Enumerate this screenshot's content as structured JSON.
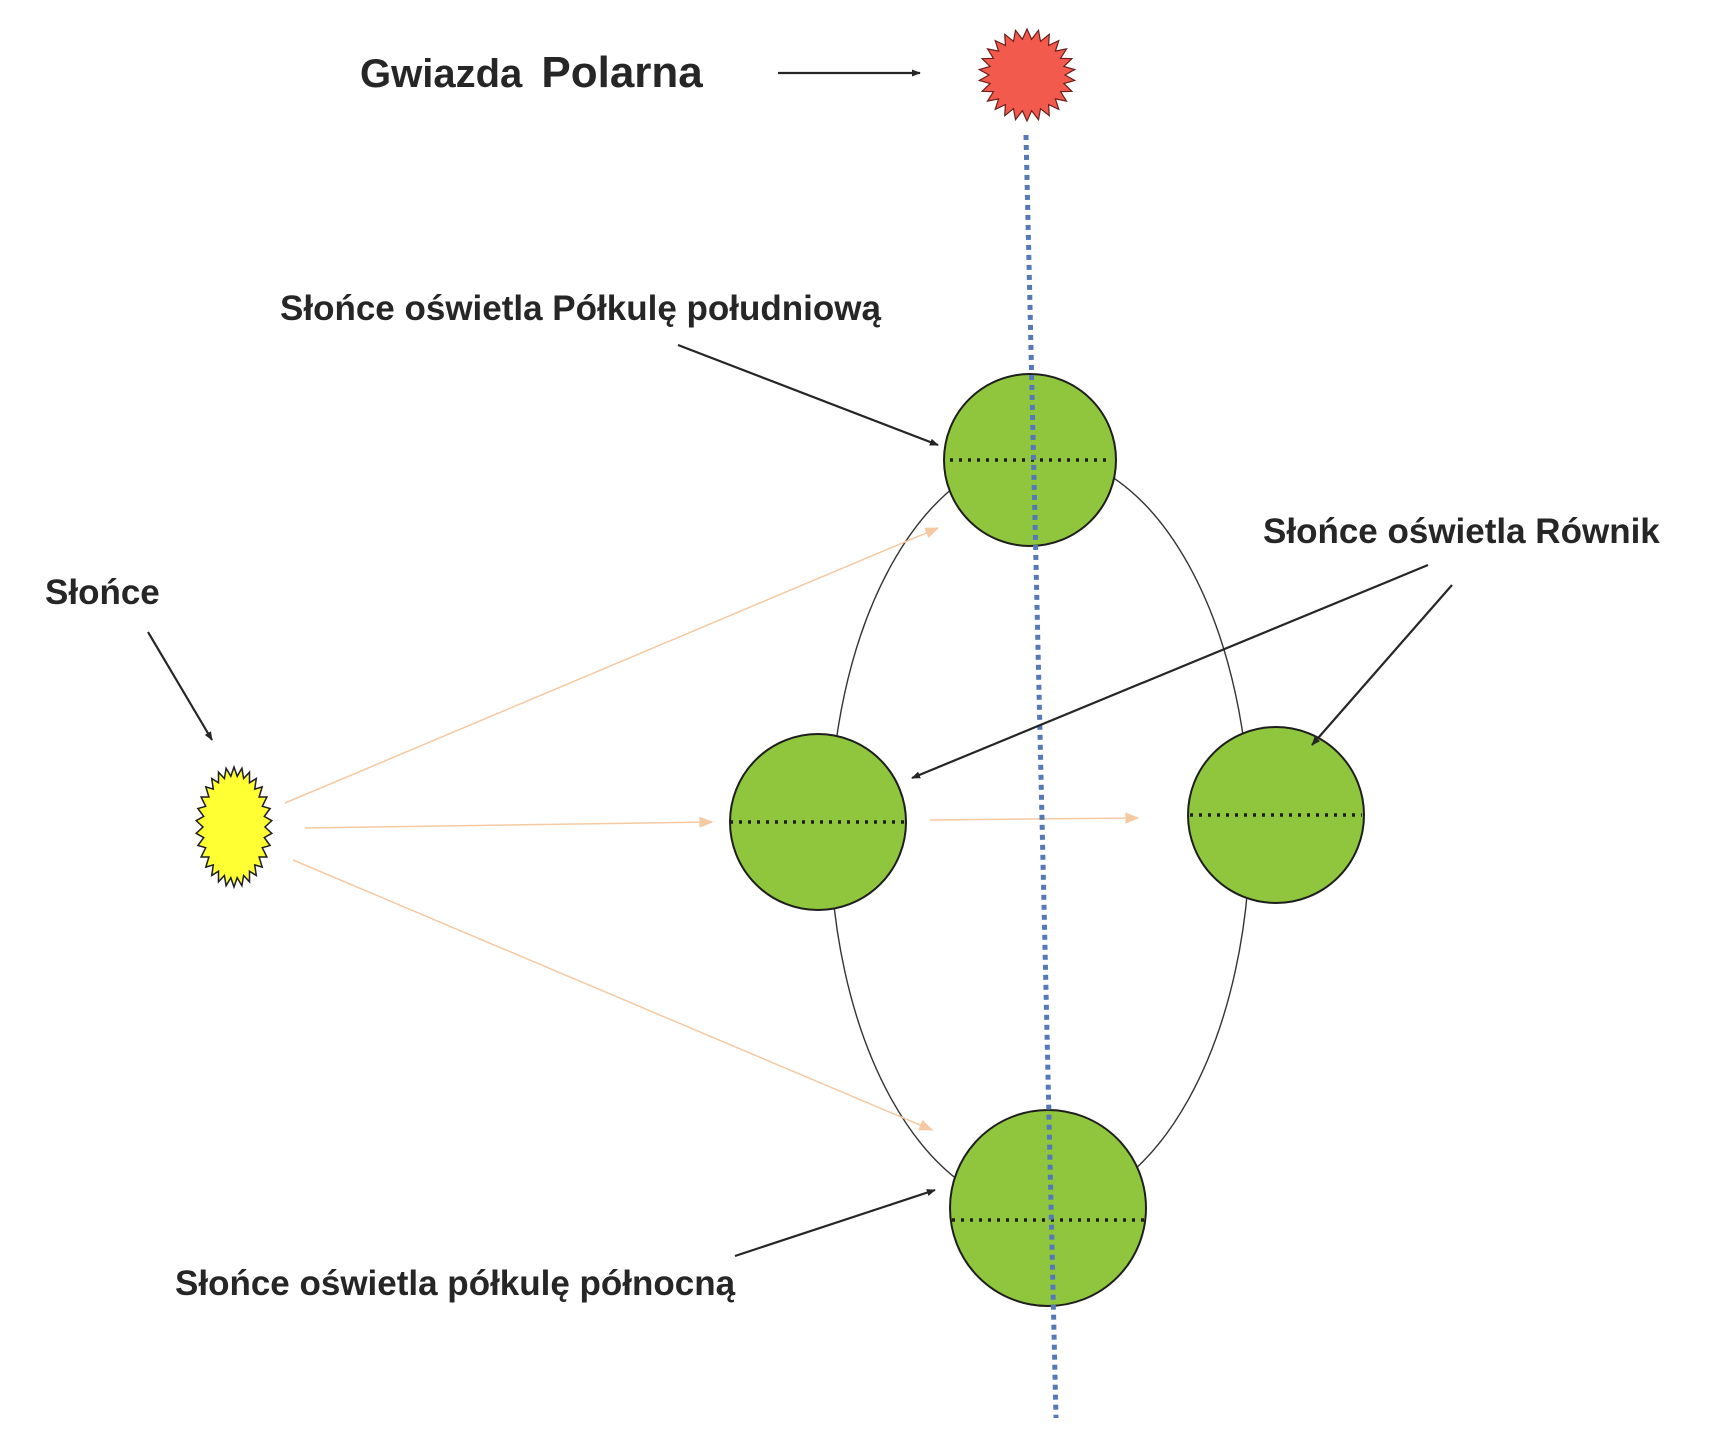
{
  "labels": {
    "polaris_prefix": "Gwiazda",
    "polaris_name": "Polarna",
    "sun": "Słońce",
    "southern": "Słońce oświetla Półkulę południową",
    "equator": "Słońce oświetla Równik",
    "northern": "Słońce oświetla półkulę północną"
  },
  "colors": {
    "polaris_star": "#f25a4e",
    "sun_fill": "#ffff33",
    "earth_fill": "#8fc63d",
    "axis_line": "#5579b8",
    "sun_rays": "#f5c9a2",
    "text": "#262626"
  },
  "icons": {
    "polaris": "spiky-star-icon",
    "sun": "spiky-sun-icon"
  }
}
